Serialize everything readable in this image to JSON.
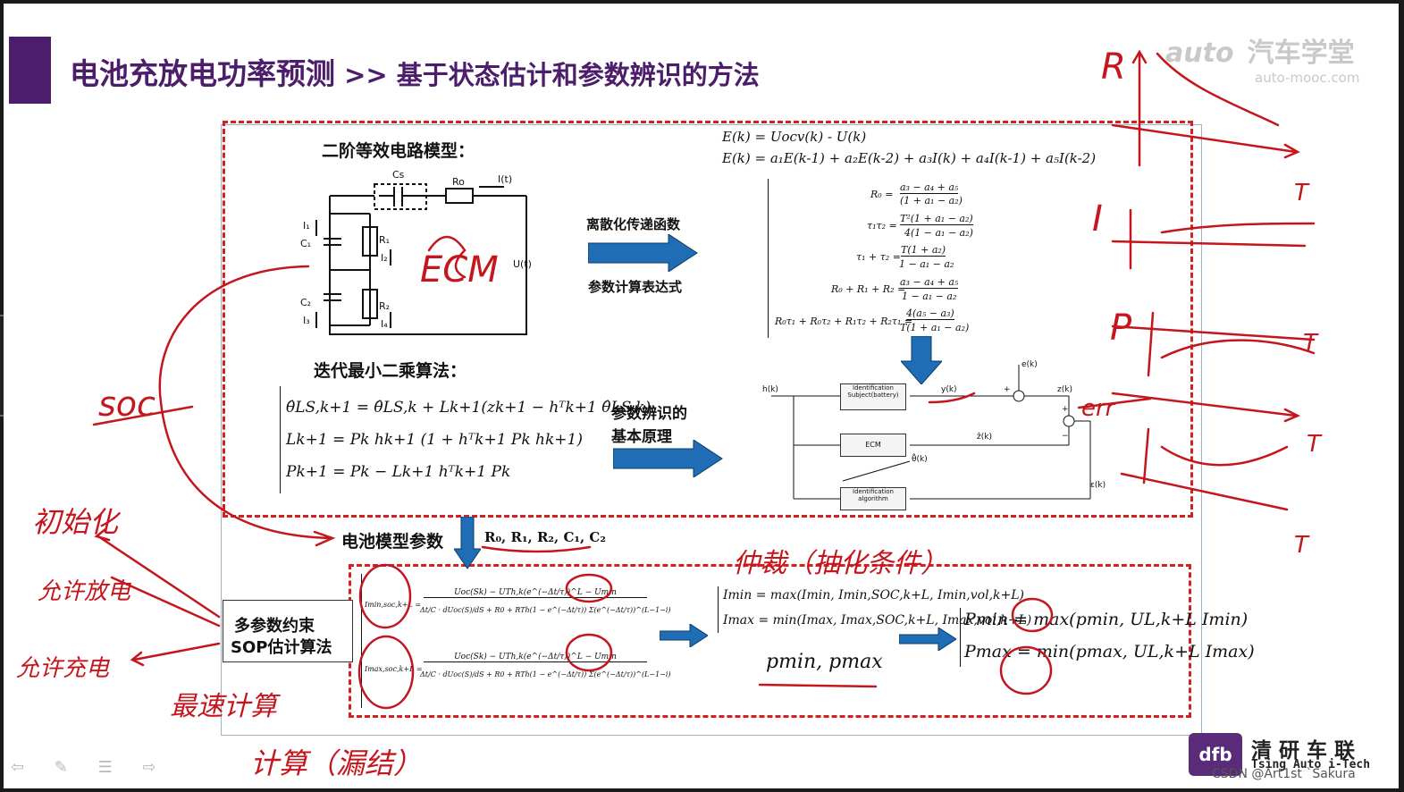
{
  "slide": {
    "title": "电池充放电功率预测",
    "title_sep": " >> ",
    "title_sub": "基于状态估计和参数辨识的方法"
  },
  "logo": {
    "cn": "汽车学堂",
    "en": "auto-mooc.com",
    "mark": "auto"
  },
  "circuit": {
    "heading": "二阶等效电路模型：",
    "labels": {
      "cs": "Cs",
      "r0": "Ro",
      "it": "I(t)",
      "i1": "I₁",
      "c1": "C₁",
      "r1": "R₁",
      "i2": "I₂",
      "c2": "C₂",
      "r2": "R₂",
      "i3": "I₃",
      "i4": "I₄",
      "ut": "U(t)"
    }
  },
  "arrows": {
    "discrete": "离散化传递函数",
    "param_expr": "参数计算表达式",
    "principle_1": "参数辨识的",
    "principle_2": "基本原理",
    "model_params": "电池模型参数",
    "model_params_list": "R₀, R₁, R₂, C₁, C₂"
  },
  "equations": {
    "e1": "E(k) = Uocv(k) - U(k)",
    "e2": "E(k) = a₁E(k-1) + a₂E(k-2) + a₃I(k) + a₄I(k-1) + a₅I(k-2)",
    "p1_lhs": "R₀ =",
    "p1_num": "a₃ − a₄ + a₅",
    "p1_den": "(1 + a₁ − a₂)",
    "p2_lhs": "τ₁τ₂ =",
    "p2_num": "T²(1 + a₁ − a₂)",
    "p2_den": "4(1 − a₁ − a₂)",
    "p3_lhs": "τ₁ + τ₂ =",
    "p3_num": "T(1 + a₂)",
    "p3_den": "1 − a₁ − a₂",
    "p4_lhs": "R₀ + R₁ + R₂ =",
    "p4_num": "a₃ − a₄ + a₅",
    "p4_den": "1 − a₁ − a₂",
    "p5_lhs": "R₀τ₁ + R₀τ₂ + R₁τ₂ + R₂τ₁ =",
    "p5_num": "4(a₅ − a₃)",
    "p5_den": "T(1 + a₁ − a₂)"
  },
  "rls": {
    "heading": "迭代最小二乘算法：",
    "eq1": "θ̂LS,k+1 = θ̂LS,k + Lk+1(zk+1 − hᵀk+1 θ̂LS,k)",
    "eq2": "Lk+1 = Pk hk+1 (1 + hᵀk+1 Pk hk+1)",
    "eq3": "Pk+1 = Pk − Lk+1 hᵀk+1 Pk"
  },
  "block": {
    "input": "h(k)",
    "subject": "Identification Subject(battery)",
    "yk": "y(k)",
    "noise": "e(k)",
    "zk": "z(k)",
    "ecm": "ECM",
    "zhat": "ẑ(k)",
    "theta": "θ̂(k)",
    "ident": "Identification algorithm",
    "plus": "+",
    "minus": "−",
    "err": "ε(k)"
  },
  "sop": {
    "label1": "多参数约束",
    "label2": "SOP估计算法",
    "i_min": "Imin,soc,k+L =",
    "i_max": "Imax,soc,k+L =",
    "frac_num": "Uoc(Sk) − UTh,k(e^(−Δt/τ))^L − Umin",
    "frac_den": "Δt/C · dUoc(S)/dS + R0 + RTh(1 − e^(−Δt/τ)) Σ(e^(−Δt/τ))^(L−1−i)",
    "max_eq": "Imin = max(Imin, Imin,SOC,k+L, Imin,vol,k+L)",
    "min_eq": "Imax = min(Imax, Imax,SOC,k+L, Imax,vol,k+L)",
    "pp": "pmin, pmax",
    "pmin": "Pmin = max(pmin, UL,k+L Imin)",
    "pmax": "Pmax = min(pmax, UL,k+L Imax)"
  },
  "brand": {
    "icon": "dfb",
    "cn": "清研车联",
    "en": "Tsing Auto i-Tech"
  },
  "watermark": "CSDN @Art1st `Sakura",
  "nav": "⇦ ✎ ☰ ⇨",
  "handwriting": {
    "ecm": "ECM",
    "soc": "soc",
    "err": "err",
    "r": "R",
    "i": "I",
    "p": "P",
    "t": "T",
    "note1": "初始化",
    "note2": "允许放电",
    "note3": "允许充电",
    "note4": "最速计算",
    "note5": "计算（漏结）",
    "note6": "仲裁（抽化条件）"
  },
  "colors": {
    "title": "#4b1d6b",
    "dash": "#d62020",
    "ink": "#c4161c",
    "arrow": "#1f6eb5"
  }
}
